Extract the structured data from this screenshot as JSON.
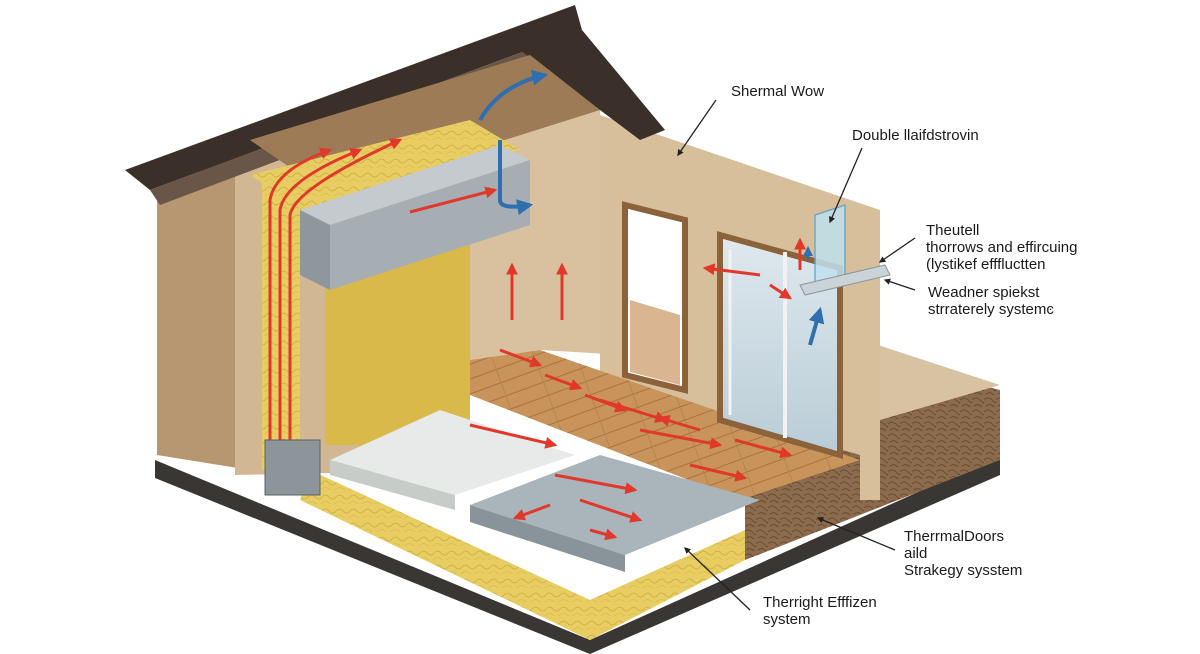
{
  "labels": {
    "thermal_window": "Shermal Wow",
    "double_glazing": "Double llaifdstrovin",
    "thermal_flows": {
      "line1": "Theutell",
      "line2": "thorrows and effircuing",
      "line3": "(lystikef efffluctten"
    },
    "weather_stripping": {
      "line1": "Weadner spiekst",
      "line2": "strraterely systemͼ"
    },
    "thermal_doors": {
      "line1": "TherrmalDoors",
      "line2": "aild",
      "line3": "Strakegy sysstem"
    },
    "floor_efficiency": {
      "line1": "Therright  Efffizen",
      "line2": "system"
    }
  },
  "colors": {
    "heat_arrow": "#e0392b",
    "cool_arrow": "#2f6fb0",
    "insulation": "#e6c84e",
    "wall": "#c9a77f",
    "roof": "#3b2f29",
    "floor": "#c8955d",
    "slab": "#a7aeb3"
  },
  "icons": [
    "heat-flow-arrow",
    "cool-air-arrow",
    "leader-line"
  ]
}
